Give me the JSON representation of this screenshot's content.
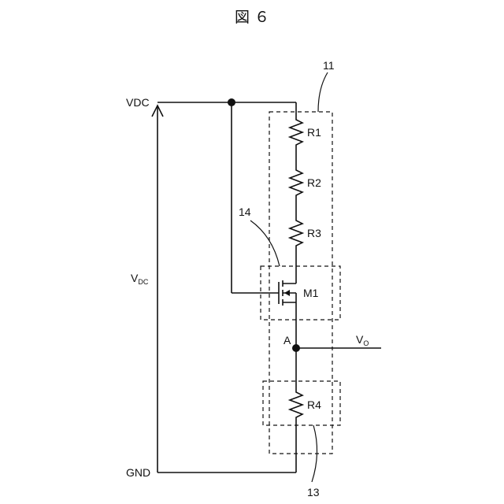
{
  "figure": {
    "title": "図 ６"
  },
  "labels": {
    "vdc": "VDC",
    "gnd": "GND",
    "v_dc_main": "V",
    "v_dc_sub": "DC",
    "r1": "R1",
    "r2": "R2",
    "r3": "R3",
    "r4": "R4",
    "m1": "M1",
    "node_a": "A",
    "vo_main": "V",
    "vo_sub": "O",
    "ref_11": "11",
    "ref_13": "13",
    "ref_14": "14"
  }
}
